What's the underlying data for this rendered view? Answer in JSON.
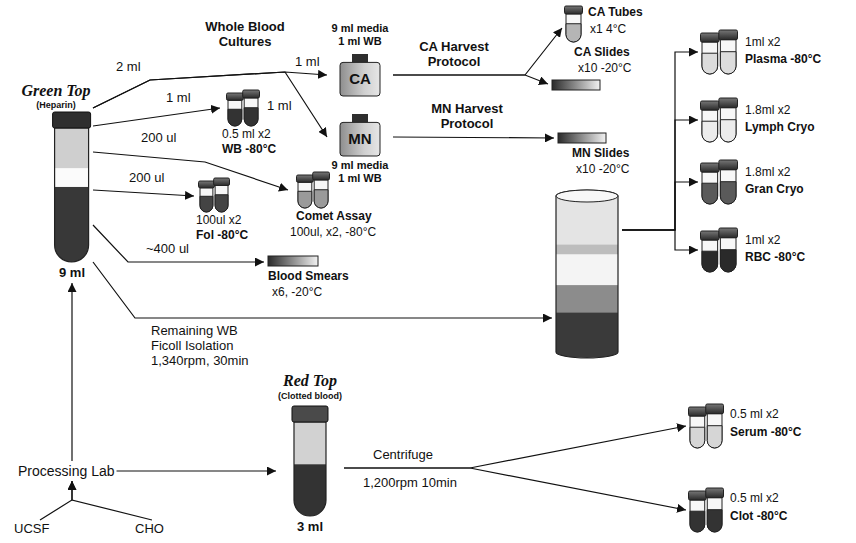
{
  "diagram": {
    "nodes": [
      {
        "text": [
          "Green Top",
          "(Heparin)",
          "9 ml"
        ]
      },
      {
        "text": [
          "9 ml media 1 ml WB",
          "CA"
        ]
      },
      {
        "text": [
          "MN",
          "9 ml media 1 ml WB"
        ]
      },
      {
        "text": [
          "CA Tubes",
          "x1 4°C"
        ]
      },
      {
        "text": [
          "CA Slides",
          "x10 -20°C"
        ]
      },
      {
        "text": [
          "MN Slides",
          "x10 -20°C"
        ]
      },
      {
        "text": [
          "0.5 ml x2",
          "WB -80°C"
        ]
      },
      {
        "text": [
          "Comet Assay",
          "100ul, x2, -80°C"
        ]
      },
      {
        "text": [
          "100ul x2",
          "Fol -80°C"
        ]
      },
      {
        "text": [
          "Blood Smears",
          "x6, -20°C"
        ]
      },
      {
        "text": []
      },
      {
        "text": [
          "1ml x2",
          "Plasma -80°C"
        ]
      },
      {
        "text": [
          "1.8ml x2",
          "Lymph Cryo"
        ]
      },
      {
        "text": [
          "1.8ml x2",
          "Gran Cryo"
        ]
      },
      {
        "text": [
          "1ml x2",
          "RBC -80°C"
        ]
      },
      {
        "text": [
          "Red Top",
          "(Clotted blood)",
          "3 ml"
        ]
      },
      {
        "text": [
          "0.5 ml x2",
          "Serum -80°C"
        ]
      },
      {
        "text": [
          "0.5 ml x2",
          "Clot -80°C"
        ]
      },
      {
        "text": [
          "Processing Lab"
        ]
      },
      {
        "text": [
          "UCSF"
        ]
      },
      {
        "text": [
          "CHO"
        ]
      }
    ],
    "edges": [
      {
        "from": 0,
        "to": 1,
        "arrow": "to",
        "label": "1 ml"
      },
      {
        "from": 0,
        "to": 2,
        "arrow": "to",
        "label": "1 ml"
      },
      {
        "from": 0,
        "to": 6,
        "arrow": "to",
        "label": "1 ml"
      },
      {
        "from": 0,
        "to": 7,
        "arrow": "to",
        "label": "200 ul"
      },
      {
        "from": 0,
        "to": 8,
        "arrow": "to",
        "label": "200 ul"
      },
      {
        "from": 0,
        "to": 9,
        "arrow": "to",
        "label": "~400 ul"
      },
      {
        "from": 0,
        "to": 10,
        "arrow": "to",
        "label": "Remaining WB Ficoll Isolation 1,340rpm, 30min"
      },
      {
        "from": 1,
        "to": 3,
        "arrow": "to"
      },
      {
        "from": 1,
        "to": 4,
        "arrow": "to"
      },
      {
        "from": 2,
        "to": 5,
        "arrow": "to",
        "label": "MN Harvest Protocol"
      },
      {
        "from": 10,
        "to": 11,
        "arrow": "to"
      },
      {
        "from": 10,
        "to": 12,
        "arrow": "to"
      },
      {
        "from": 10,
        "to": 13,
        "arrow": "to"
      },
      {
        "from": 10,
        "to": 14,
        "arrow": "to"
      },
      {
        "from": 15,
        "to": 16,
        "arrow": "to"
      },
      {
        "from": 15,
        "to": 17,
        "arrow": "to"
      },
      {
        "from": 18,
        "to": 0,
        "arrow": "to"
      },
      {
        "from": 18,
        "to": 15,
        "arrow": "to"
      },
      {
        "from": 19,
        "to": 18,
        "arrow": "to"
      },
      {
        "from": 20,
        "to": 18,
        "arrow": "to"
      }
    ],
    "labels": [
      "Whole Blood Cultures",
      "2 ml",
      "CA Harvest Protocol",
      "Centrifuge",
      "1,200rpm 10min"
    ]
  }
}
